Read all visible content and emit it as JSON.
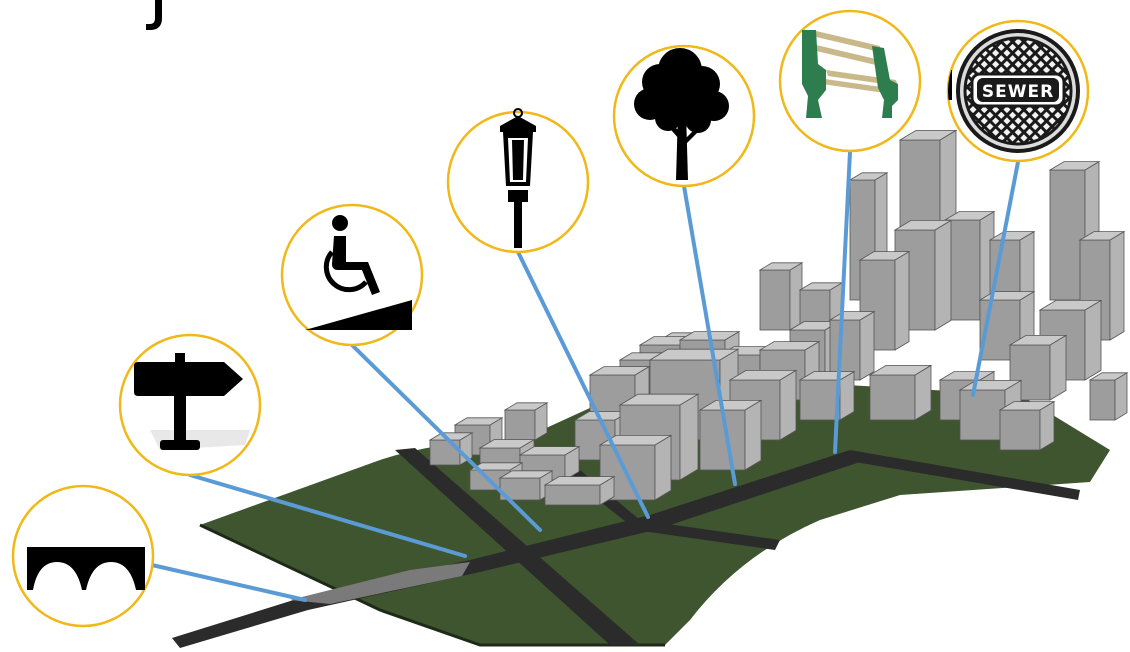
{
  "colors": {
    "circle_stroke": "#f0b818",
    "leader_line": "#5b9bd5",
    "ground": "#3e5530",
    "road": "#2c2c2c",
    "building_top": "#c9c9c9",
    "building_side": "#9d9d9d",
    "bench_frame": "#2e7d4f",
    "bench_slat": "#c9b98a",
    "icon_black": "#000000"
  },
  "callouts": [
    {
      "id": "bridge",
      "icon": "bridge-icon"
    },
    {
      "id": "signpost",
      "icon": "signpost-icon"
    },
    {
      "id": "accessibility",
      "icon": "wheelchair-ramp-icon"
    },
    {
      "id": "streetlight",
      "icon": "street-lamp-icon"
    },
    {
      "id": "tree",
      "icon": "tree-icon"
    },
    {
      "id": "bench",
      "icon": "park-bench-icon"
    },
    {
      "id": "sewer",
      "icon": "sewer-manhole-icon",
      "label": "SEWER"
    }
  ]
}
